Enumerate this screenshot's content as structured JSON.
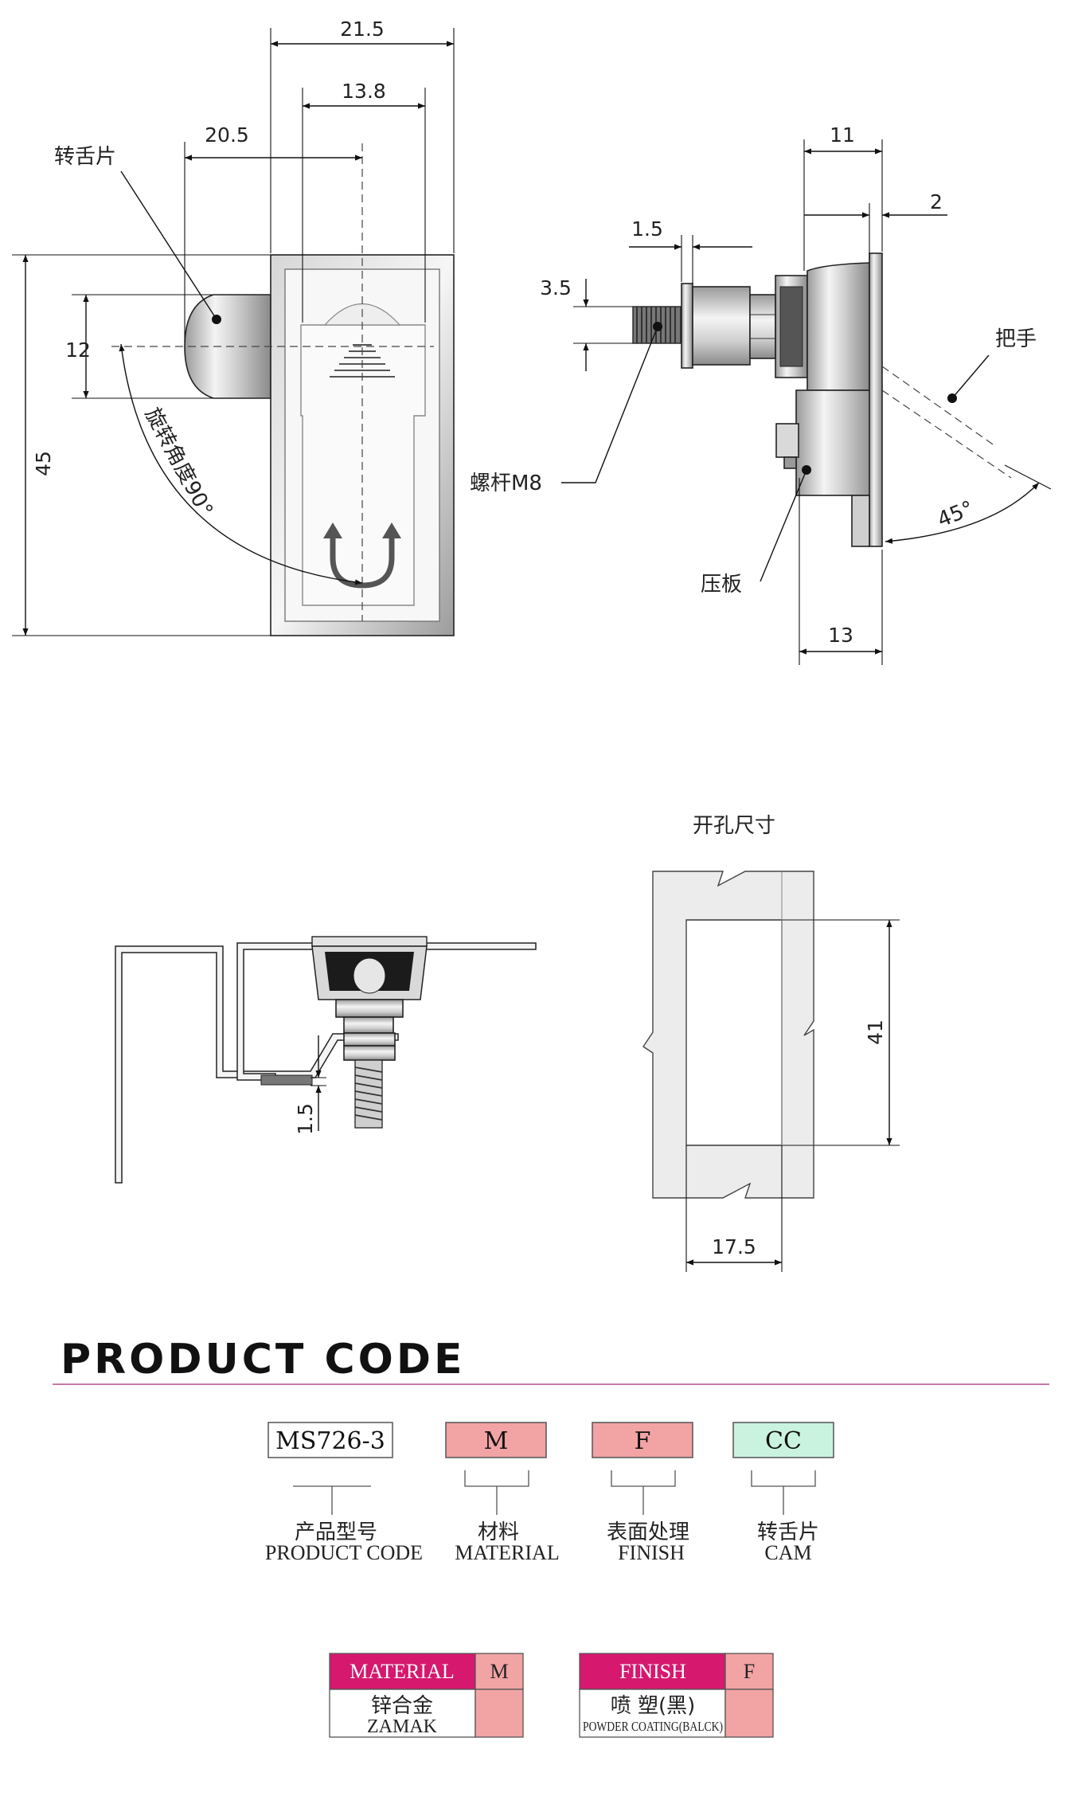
{
  "colors": {
    "magenta": "#d6186f",
    "pink": "#f2a3a4",
    "mint": "#c9f3df",
    "rule": "#c47aa8",
    "hole_fill": "#ececec"
  },
  "front_view": {
    "dim_width": "21.5",
    "dim_inner_width": "13.8",
    "dim_cam_offset": "20.5",
    "dim_cam_height": "12",
    "dim_height": "45",
    "label_cam": "转舌片",
    "label_rotation": "旋转角度90°"
  },
  "side_view": {
    "dim_depth": "11",
    "dim_flange": "2",
    "dim_shaft": "1.5",
    "dim_thread": "3.5",
    "dim_plate": "13",
    "label_handle": "把手",
    "label_screw": "螺杆M8",
    "label_plate": "压板",
    "label_angle": "45°"
  },
  "mount_view": {
    "dim_panel": "1.5"
  },
  "cutout_view": {
    "title": "开孔尺寸",
    "dim_height": "41",
    "dim_width": "17.5"
  },
  "product_code": {
    "title": "PRODUCT CODE",
    "boxes": [
      {
        "code": "MS726-3",
        "cn": "产品型号",
        "en": "PRODUCT CODE"
      },
      {
        "code": "M",
        "cn": "材料",
        "en": "MATERIAL"
      },
      {
        "code": "F",
        "cn": "表面处理",
        "en": "FINISH"
      },
      {
        "code": "CC",
        "cn": "转舌片",
        "en": "CAM"
      }
    ]
  },
  "tables": {
    "material": {
      "header": "MATERIAL",
      "code": "M",
      "cn": "锌合金",
      "en": "ZAMAK"
    },
    "finish": {
      "header": "FINISH",
      "code": "F",
      "cn": "喷 塑(黑)",
      "en": "POWDER COATING(BALCK)"
    }
  }
}
